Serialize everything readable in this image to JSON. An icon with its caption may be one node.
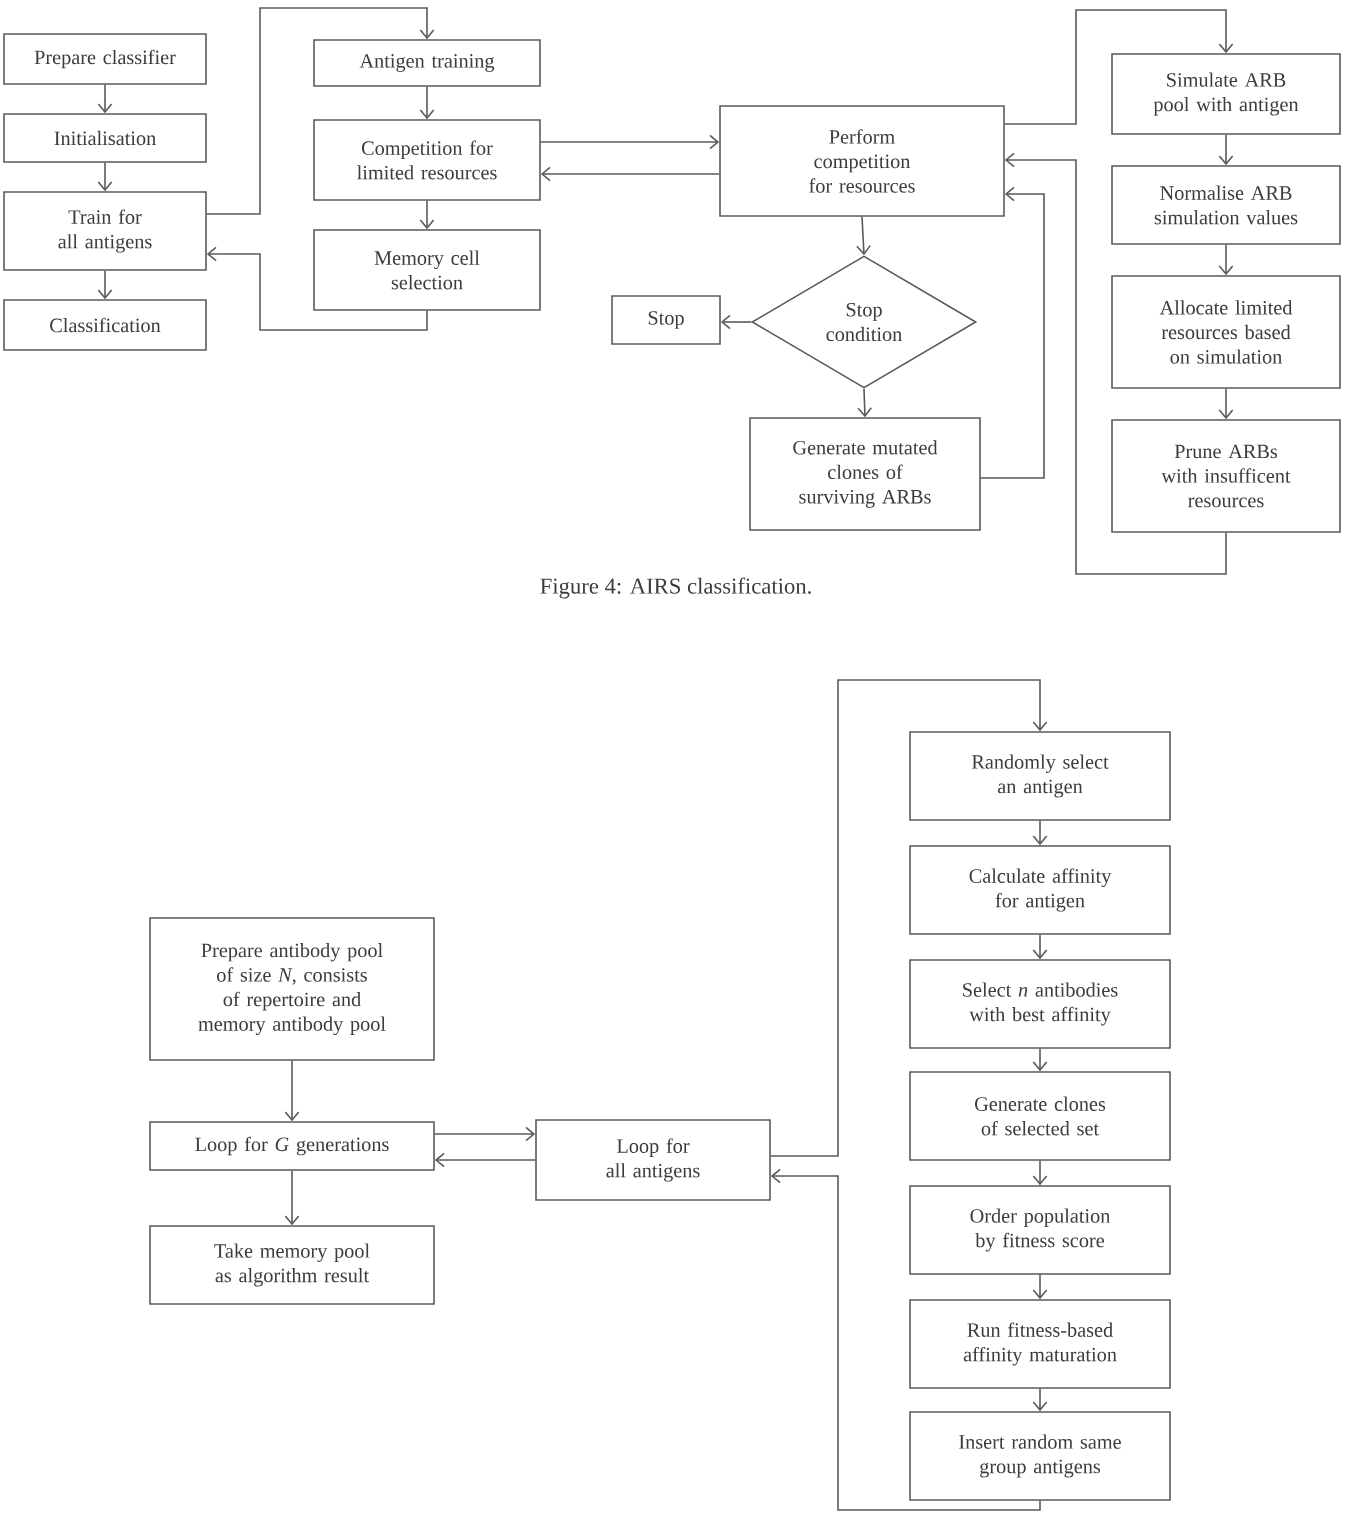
{
  "diagram": {
    "caption": "Figure 4: AIRS classification.",
    "nodes": [
      {
        "text": [
          "Prepare classifier"
        ]
      },
      {
        "text": [
          "Initialisation"
        ]
      },
      {
        "text": [
          "Train for all antigens"
        ]
      },
      {
        "text": [
          "Classification"
        ]
      },
      {
        "text": [
          "Antigen training"
        ]
      },
      {
        "text": [
          "Competition for limited resources"
        ]
      },
      {
        "text": [
          "Memory cell selection"
        ]
      },
      {
        "text": [
          "Perform competition for resources"
        ]
      },
      {
        "text": [
          "Stop condition"
        ]
      },
      {
        "text": [
          "Stop"
        ]
      },
      {
        "text": [
          "Generate mutated clones of surviving ARBs"
        ]
      },
      {
        "text": [
          "Simulate ARB pool with antigen"
        ]
      },
      {
        "text": [
          "Normalise ARB simulation values"
        ]
      },
      {
        "text": [
          "Allocate limited resources based on simulation"
        ]
      },
      {
        "text": [
          "Prune ARBs with insufficent resources"
        ]
      },
      {
        "text": [
          "Prepare antibody pool of size *N*, consists of repertoire and memory antibody pool"
        ]
      },
      {
        "text": [
          "Loop for *G* generations"
        ]
      },
      {
        "text": [
          "Take memory pool as algorithm result"
        ]
      },
      {
        "text": [
          "Loop for all antigens"
        ]
      },
      {
        "text": [
          "Randomly select an antigen"
        ]
      },
      {
        "text": [
          "Calculate affinity for antigen"
        ]
      },
      {
        "text": [
          "Select *n* antibodies with best affinity"
        ]
      },
      {
        "text": [
          "Generate clones of selected set"
        ]
      },
      {
        "text": [
          "Order population by fitness score"
        ]
      },
      {
        "text": [
          "Run fitness-based affinity maturation"
        ]
      },
      {
        "text": [
          "Insert random same group antigens"
        ]
      }
    ],
    "edges": [
      {
        "from": 0,
        "to": 1,
        "arrow": "to"
      },
      {
        "from": 1,
        "to": 2,
        "arrow": "to"
      },
      {
        "from": 2,
        "to": 3,
        "arrow": "to"
      },
      {
        "from": 2,
        "to": 4,
        "arrow": "to"
      },
      {
        "from": 4,
        "to": 5,
        "arrow": "to"
      },
      {
        "from": 5,
        "to": 6,
        "arrow": "to"
      },
      {
        "from": 6,
        "to": 2,
        "arrow": "to"
      },
      {
        "from": 5,
        "to": 7,
        "arrow": "to"
      },
      {
        "from": 7,
        "to": 5,
        "arrow": "to"
      },
      {
        "from": 7,
        "to": 8,
        "arrow": "to"
      },
      {
        "from": 8,
        "to": 9,
        "arrow": "to"
      },
      {
        "from": 8,
        "to": 10,
        "arrow": "to"
      },
      {
        "from": 10,
        "to": 7,
        "arrow": "to"
      },
      {
        "from": 7,
        "to": 11,
        "arrow": "to"
      },
      {
        "from": 11,
        "to": 12,
        "arrow": "to"
      },
      {
        "from": 12,
        "to": 13,
        "arrow": "to"
      },
      {
        "from": 13,
        "to": 14,
        "arrow": "to"
      },
      {
        "from": 14,
        "to": 7,
        "arrow": "to"
      },
      {
        "from": 15,
        "to": 16,
        "arrow": "to"
      },
      {
        "from": 16,
        "to": 17,
        "arrow": "to"
      },
      {
        "from": 16,
        "to": 18,
        "arrow": "to"
      },
      {
        "from": 18,
        "to": 16,
        "arrow": "to"
      },
      {
        "from": 18,
        "to": 19,
        "arrow": "to"
      },
      {
        "from": 19,
        "to": 20,
        "arrow": "to"
      },
      {
        "from": 20,
        "to": 21,
        "arrow": "to"
      },
      {
        "from": 21,
        "to": 22,
        "arrow": "to"
      },
      {
        "from": 22,
        "to": 23,
        "arrow": "to"
      },
      {
        "from": 23,
        "to": 24,
        "arrow": "to"
      },
      {
        "from": 24,
        "to": 25,
        "arrow": "to"
      },
      {
        "from": 25,
        "to": 18,
        "arrow": "to"
      }
    ]
  }
}
